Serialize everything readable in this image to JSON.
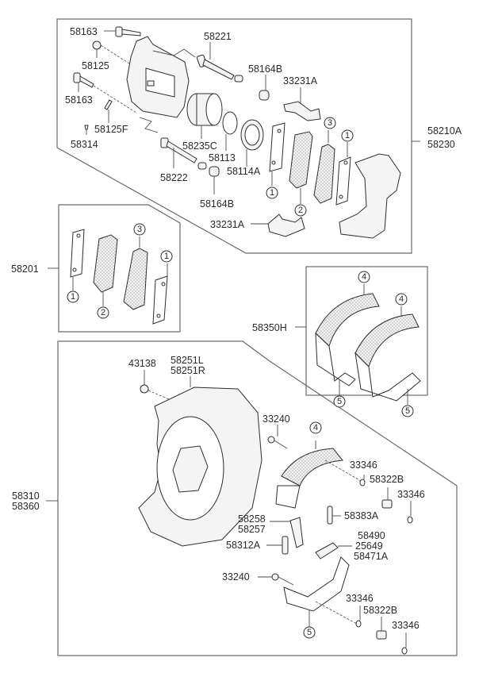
{
  "diagram": {
    "title": "Brake Assembly Parts Diagram",
    "groups": {
      "front_caliper": {
        "assembly_numbers": [
          "58210A",
          "58230"
        ]
      },
      "pad_kit": {
        "assembly_numbers": [
          "58201"
        ]
      },
      "parking_shoe_kit": {
        "assembly_numbers": [
          "58350H"
        ]
      },
      "rear_brake": {
        "assembly_numbers": [
          "58310",
          "58360"
        ]
      }
    },
    "labels": {
      "p58163a": "58163",
      "p58125": "58125",
      "p58163b": "58163",
      "p58125f": "58125F",
      "p58314": "58314",
      "p58221": "58221",
      "p58164b_top": "58164B",
      "p33231a_top": "33231A",
      "p58235c": "58235C",
      "p58113": "58113",
      "p58114a": "58114A",
      "p58222": "58222",
      "p58164b_bot": "58164B",
      "p33231a_bot": "33231A",
      "p58210a": "58210A",
      "p58230": "58230",
      "p58201": "58201",
      "p58350h": "58350H",
      "p43138": "43138",
      "p58251l": "58251L",
      "p58251r": "58251R",
      "p33240_top": "33240",
      "p33346_a": "33346",
      "p58322b_top": "58322B",
      "p33346_b": "33346",
      "p58258": "58258",
      "p58257": "58257",
      "p58383a": "58383A",
      "p58312a": "58312A",
      "p58490": "58490",
      "p25649": "25649",
      "p58471a": "58471A",
      "p33240_bot": "33240",
      "p33346_c": "33346",
      "p58322b_bot": "58322B",
      "p33346_d": "33346",
      "p58310": "58310",
      "p58360": "58360"
    },
    "callouts": {
      "c1": "1",
      "c2": "2",
      "c3": "3",
      "c4": "4",
      "c5": "5"
    }
  }
}
